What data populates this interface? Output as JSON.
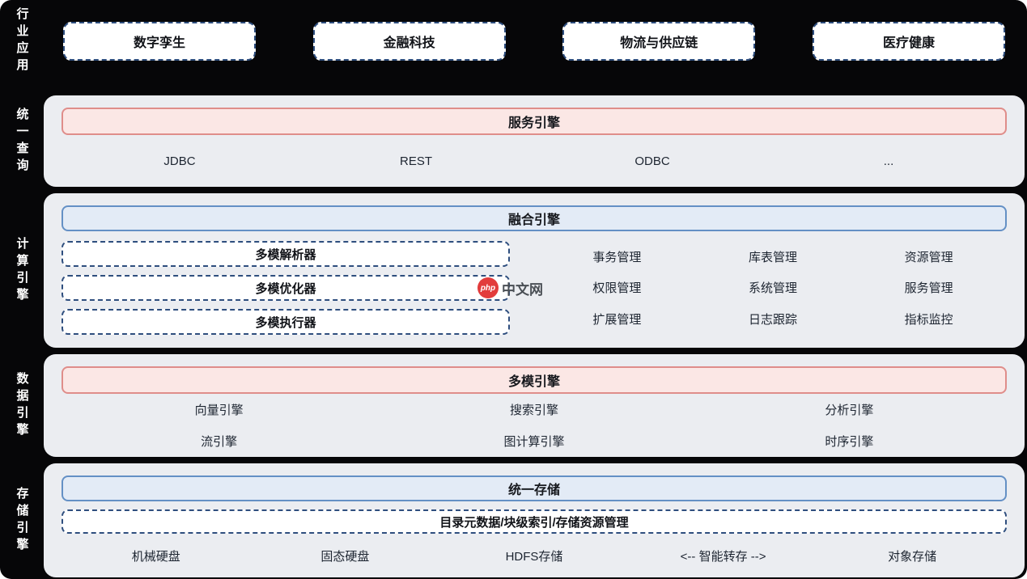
{
  "colors": {
    "background": "#060608",
    "panel": "#ebedf1",
    "dashed_border": "#2e4e7e",
    "pink_fill": "#fbe7e5",
    "pink_border": "#df8d8a",
    "blue_fill": "#e3ebf6",
    "blue_border": "#6490c5",
    "label_text": "#ffffff"
  },
  "bands": {
    "industry": {
      "label": "行业应用",
      "boxes": [
        "数字孪生",
        "金融科技",
        "物流与供应链",
        "医疗健康"
      ]
    },
    "query": {
      "label": "统一查询",
      "engine": "服务引擎",
      "protocols": [
        "JDBC",
        "REST",
        "ODBC",
        "..."
      ]
    },
    "compute": {
      "label": "计算引擎",
      "engine": "融合引擎",
      "modules": [
        "多模解析器",
        "多模优化器",
        "多模执行器"
      ],
      "management": [
        [
          "事务管理",
          "库表管理",
          "资源管理"
        ],
        [
          "权限管理",
          "系统管理",
          "服务管理"
        ],
        [
          "扩展管理",
          "日志跟踪",
          "指标监控"
        ]
      ]
    },
    "data": {
      "label": "数据引擎",
      "engine": "多模引擎",
      "engines": [
        [
          "向量引擎",
          "搜索引擎",
          "分析引擎"
        ],
        [
          "流引擎",
          "图计算引擎",
          "时序引擎"
        ]
      ]
    },
    "storage": {
      "label": "存储引擎",
      "engine": "统一存储",
      "meta": "目录元数据/块级索引/存储资源管理",
      "media": [
        "机械硬盘",
        "固态硬盘",
        "HDFS存储",
        "<-- 智能转存 -->",
        "对象存储"
      ]
    }
  },
  "watermark": {
    "logo": "php",
    "text": "中文网"
  }
}
